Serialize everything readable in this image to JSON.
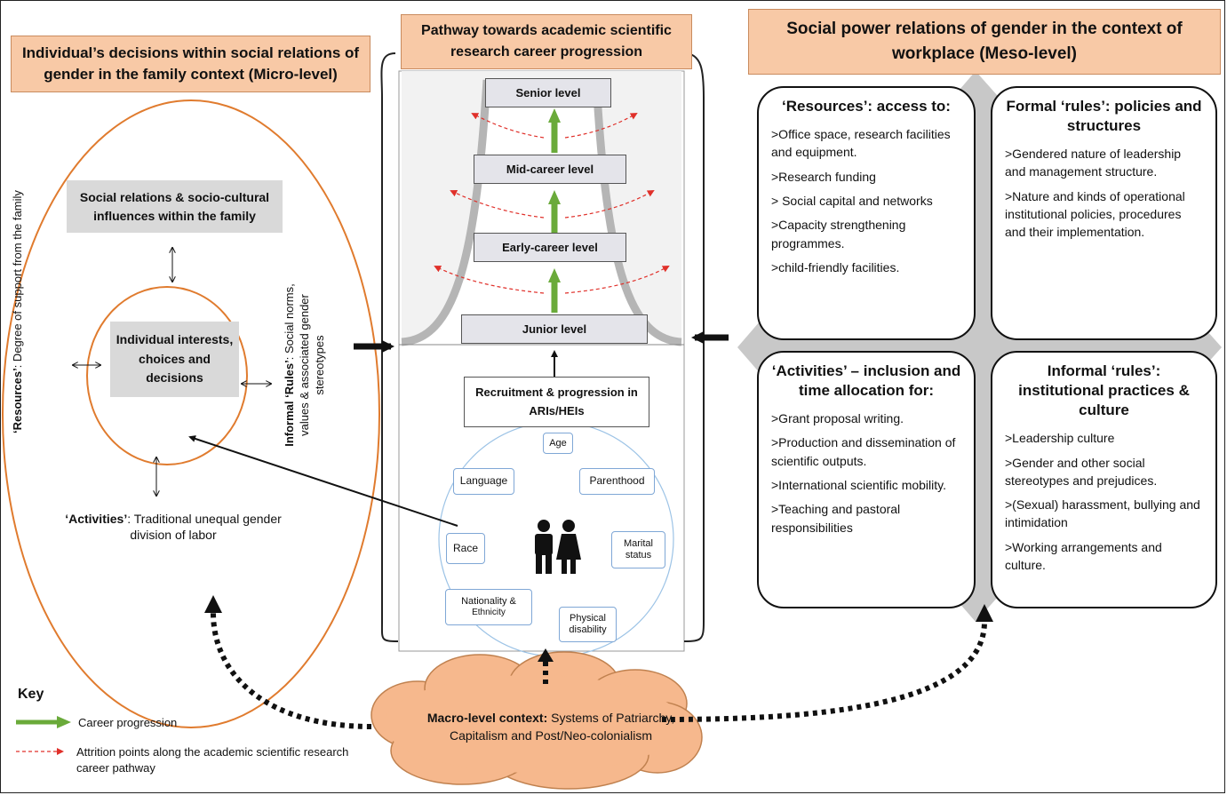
{
  "micro": {
    "title": "Individual’s decisions within social relations of gender in the family context (Micro-level)",
    "social_relations": "Social relations & socio-cultural influences within the family",
    "individual": "Individual interests, choices and decisions",
    "resources_label": "‘Resources’",
    "resources_text": ": Degree of support from the family",
    "rules_label": "Informal ‘Rules’",
    "rules_text": ": Social norms, values & associated gender stereotypes",
    "activities_label": "‘Activities’",
    "activities_text": ": Traditional unequal gender division of labor"
  },
  "pathway": {
    "title": "Pathway towards academic scientific research career progression",
    "levels": [
      "Senior level",
      "Mid-career level",
      "Early-career level",
      "Junior level"
    ],
    "recruitment": "Recruitment & progression in ARIs/HEIs",
    "factors": {
      "age": "Age",
      "language": "Language",
      "parenthood": "Parenthood",
      "race": "Race",
      "marital": "Marital status",
      "nationality": "Nationality &",
      "ethnicity": "Ethnicity",
      "physical": "Physical",
      "disability": "disability"
    }
  },
  "meso": {
    "title": "Social power relations of gender in the context of workplace (Meso-level)",
    "resources": {
      "heading": "‘Resources’: access to:",
      "items": [
        ">Office space, research facilities and equipment.",
        ">Research funding",
        "> Social capital and networks",
        ">Capacity strengthening programmes.",
        ">child-friendly facilities."
      ]
    },
    "formal_rules": {
      "heading": "Formal ‘rules’: policies and structures",
      "items": [
        ">Gendered nature of leadership and management structure.",
        ">Nature and kinds of operational institutional policies, procedures and their implementation."
      ]
    },
    "activities": {
      "heading": "‘Activities’ – inclusion and time allocation for:",
      "items": [
        ">Grant proposal writing.",
        ">Production and dissemination of scientific outputs.",
        ">International scientific mobility.",
        ">Teaching and pastoral responsibilities"
      ]
    },
    "informal_rules": {
      "heading": "Informal ‘rules’: institutional practices & culture",
      "items": [
        ">Leadership culture",
        ">Gender and other social stereotypes and prejudices.",
        ">(Sexual) harassment, bullying and intimidation",
        ">Working arrangements and culture."
      ]
    }
  },
  "macro": {
    "label": "Macro-level context:",
    "text": " Systems of Patriarchy, Capitalism and Post/Neo-colonialism"
  },
  "key": {
    "title": "Key",
    "career": "Career progression",
    "attrition": "Attrition points along the academic scientific research career pathway"
  },
  "colors": {
    "title_fill": "#f8c9a6",
    "career_arrow": "#6aaa3a",
    "attrition_arrow": "#e0302a",
    "micro_ellipse": "#e07b2e",
    "cloud": "#f6b88d",
    "factor_border": "#7fa7d6"
  },
  "icons": [
    "couple-icon",
    "double-arrow-icon",
    "dotted-arrow-icon"
  ]
}
